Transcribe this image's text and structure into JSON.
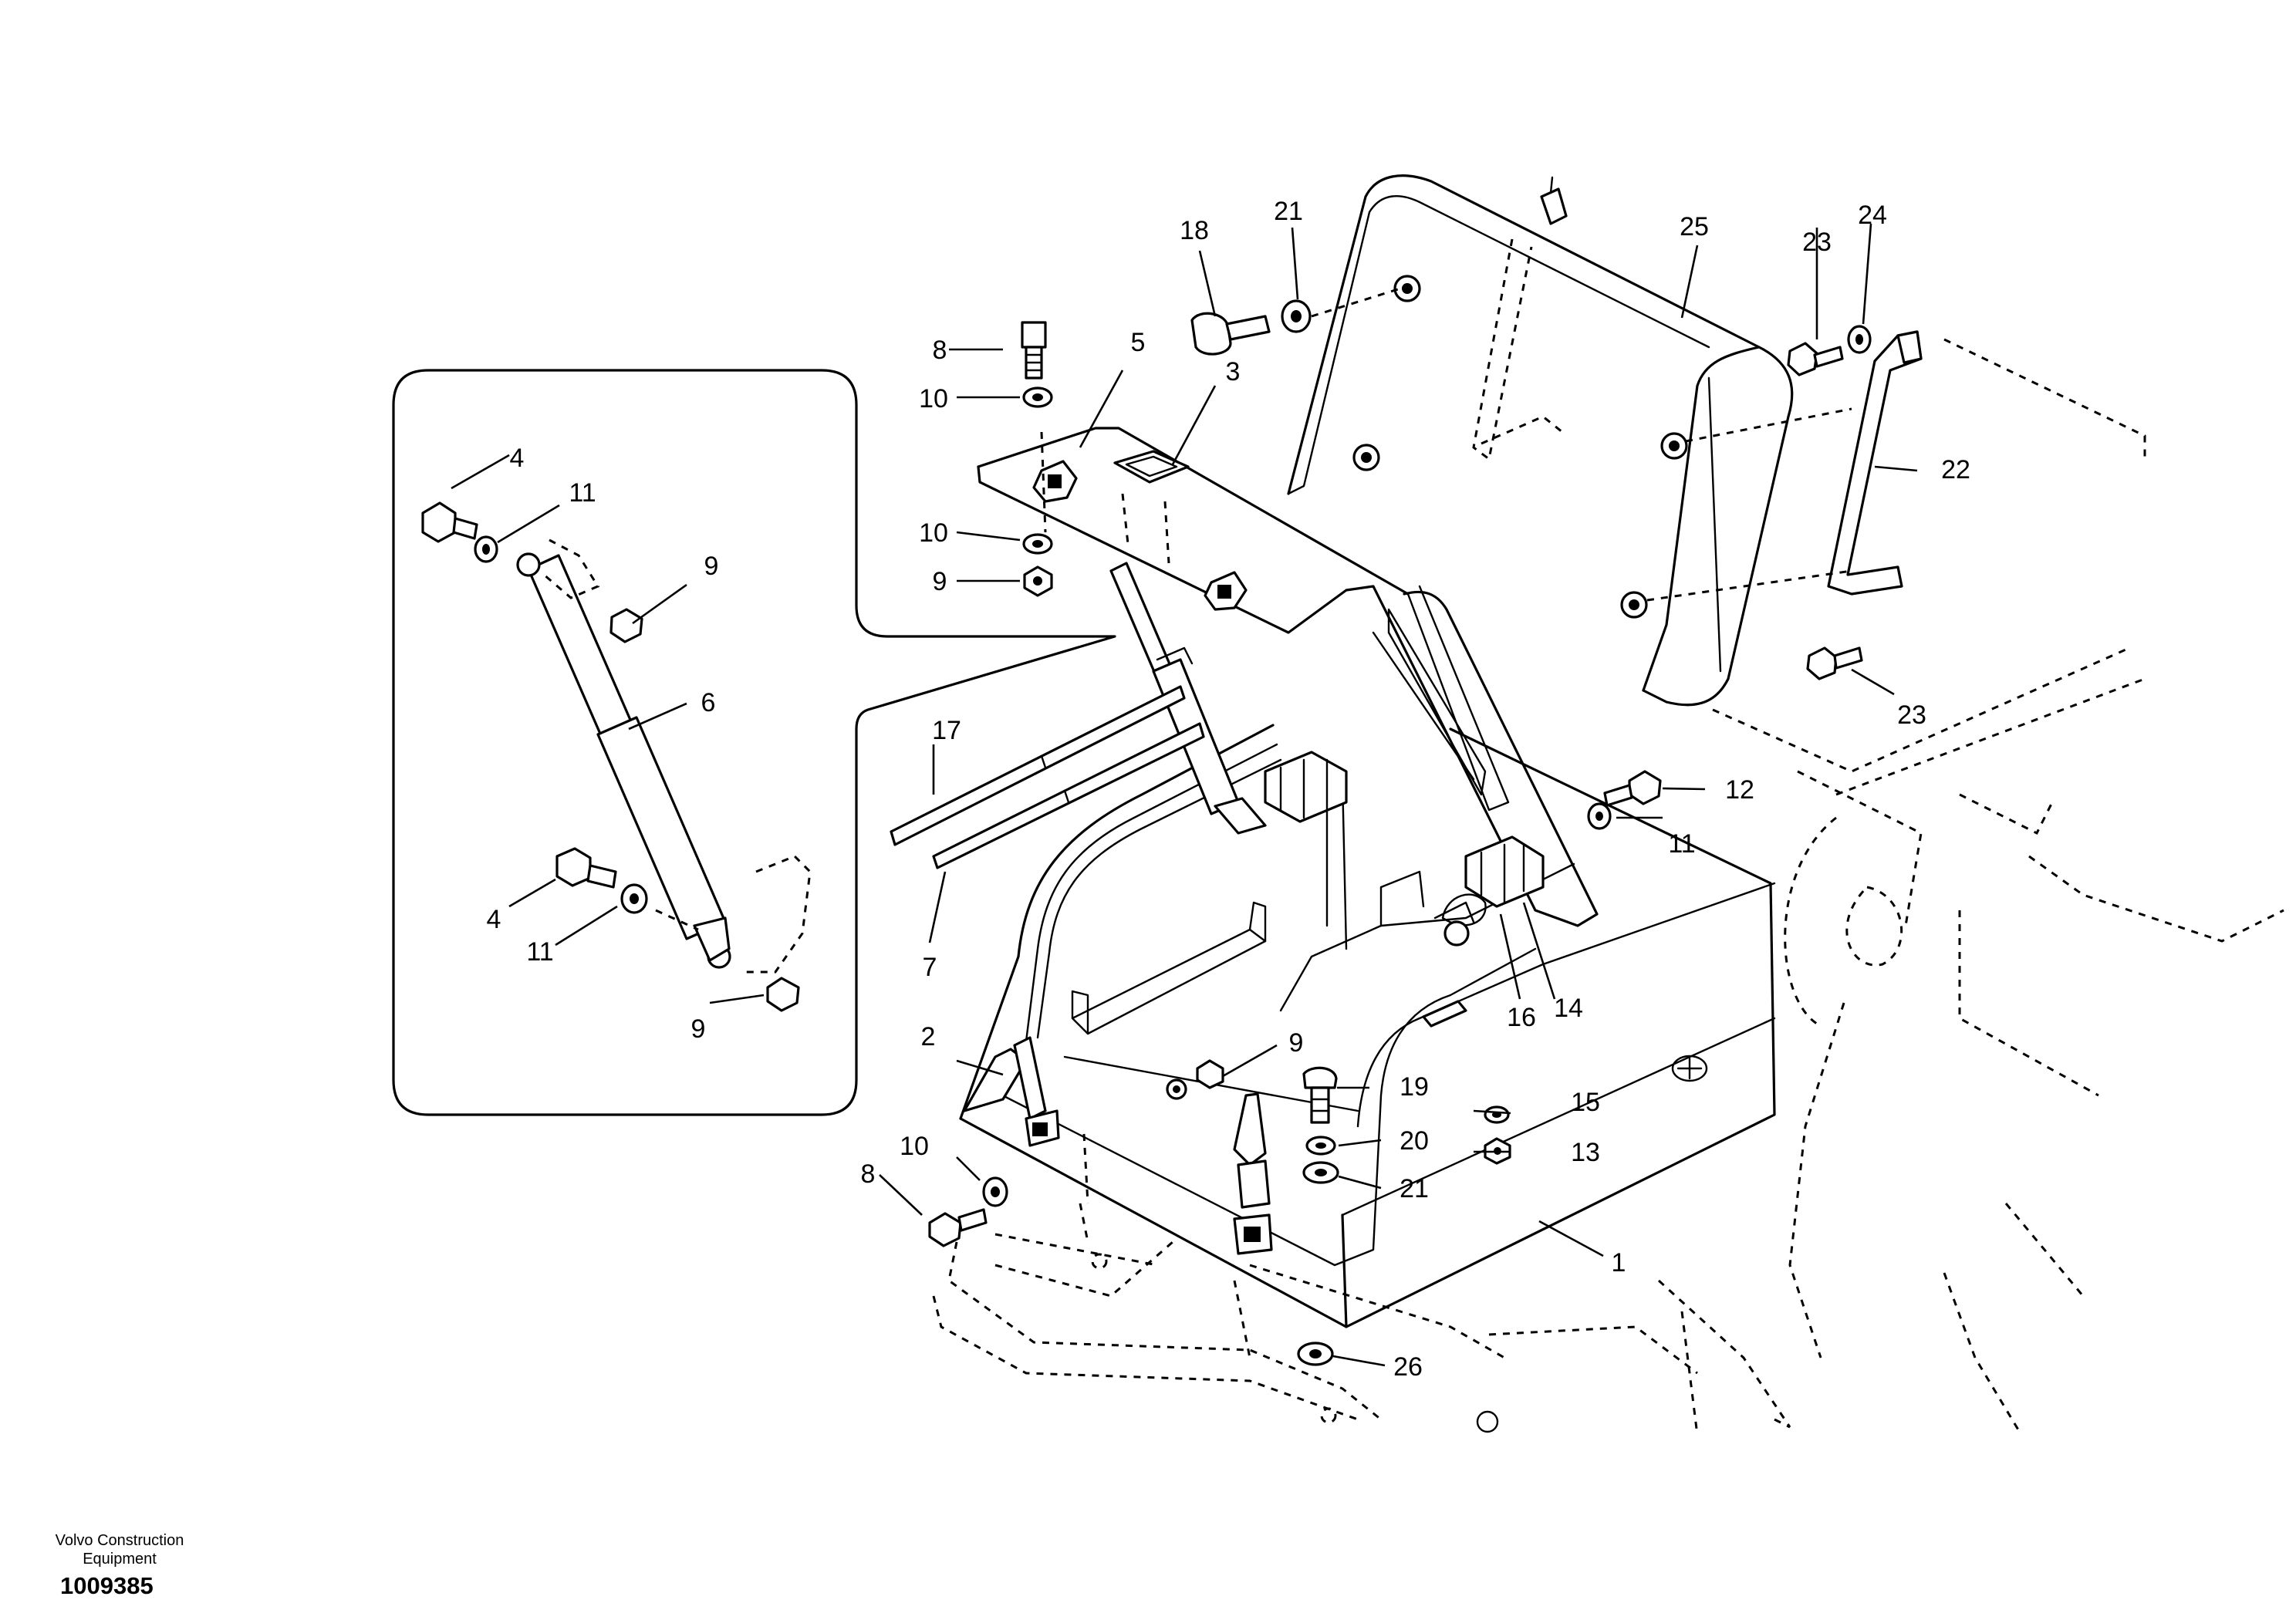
{
  "diagram": {
    "callouts": [
      "1",
      "2",
      "3",
      "4",
      "4",
      "5",
      "6",
      "7",
      "8",
      "8",
      "9",
      "9",
      "9",
      "9",
      "10",
      "10",
      "10",
      "11",
      "11",
      "11",
      "12",
      "13",
      "14",
      "15",
      "16",
      "17",
      "18",
      "19",
      "20",
      "21",
      "21",
      "22",
      "23",
      "23",
      "24",
      "25",
      "26"
    ]
  },
  "footer": {
    "company_line1": "Volvo Construction",
    "company_line2": "Equipment",
    "document_number": "1009385"
  }
}
